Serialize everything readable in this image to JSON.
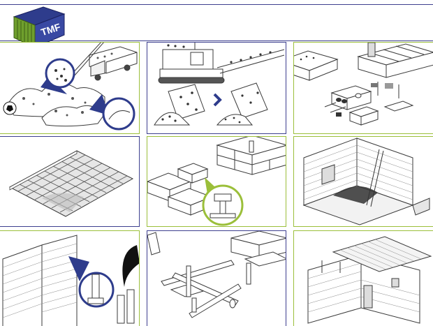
{
  "logo": {
    "text": "TMF",
    "icon": "shipping-container-icon"
  },
  "colors": {
    "green": "#9bbf3a",
    "blue": "#3d3f8f",
    "line": "#3a3a3a"
  },
  "steps": [
    {
      "name": "step-1-collect-rubble",
      "icon": "shovel-rubble-icon"
    },
    {
      "name": "step-2-crush-rubble",
      "icon": "crusher-icon"
    },
    {
      "name": "step-3-mould-blocks",
      "icon": "block-mould-icon"
    },
    {
      "name": "step-4-lay-foundation",
      "icon": "foundation-grid-icon"
    },
    {
      "name": "step-5-interlock-blocks",
      "icon": "interlocking-blocks-icon"
    },
    {
      "name": "step-6-build-walls",
      "icon": "walls-house-icon"
    },
    {
      "name": "step-7-reinforce-wall",
      "icon": "rebar-wall-icon"
    },
    {
      "name": "step-8-connect-joints",
      "icon": "pipe-joint-icon"
    },
    {
      "name": "step-9-roof-house",
      "icon": "roofed-house-icon"
    }
  ]
}
